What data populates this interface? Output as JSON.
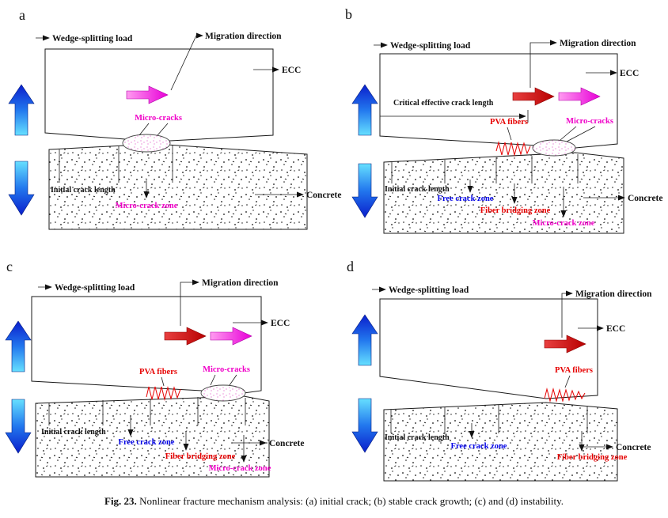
{
  "figure": {
    "caption": {
      "label": "Fig. 23.",
      "text": " Nonlinear fracture mechanism analysis: (a) initial crack; (b) stable crack growth; (c) and (d) instability."
    }
  },
  "panels": {
    "a": {
      "letter": "a"
    },
    "b": {
      "letter": "b"
    },
    "c": {
      "letter": "c"
    },
    "d": {
      "letter": "d"
    }
  },
  "labels": {
    "wedge_splitting_load": "Wedge-splitting load",
    "migration_direction": "Migration direction",
    "ecc": "ECC",
    "concrete": "Concrete",
    "micro_cracks": "Micro-cracks",
    "micro_crack_zone": "Micro-crack zone",
    "initial_crack_length": "Initial crack length",
    "critical_effective_crack_length": "Critical effective crack length",
    "pva_fibers": "PVA fibers",
    "free_crack_zone": "Free crack zone",
    "fiber_bridging_zone": "Fiber bridging zone"
  },
  "colors": {
    "micro_crack_magenta": "#f000c8",
    "pva_red": "#e60000",
    "free_crack_blue": "#0000e6",
    "load_arrow_blue_light": "#66e0ff",
    "load_arrow_blue_dark": "#0a1ecc",
    "migration_arrow_magenta": "#e800d8",
    "migration_arrow_red": "#c00000",
    "text_black": "#111111"
  }
}
